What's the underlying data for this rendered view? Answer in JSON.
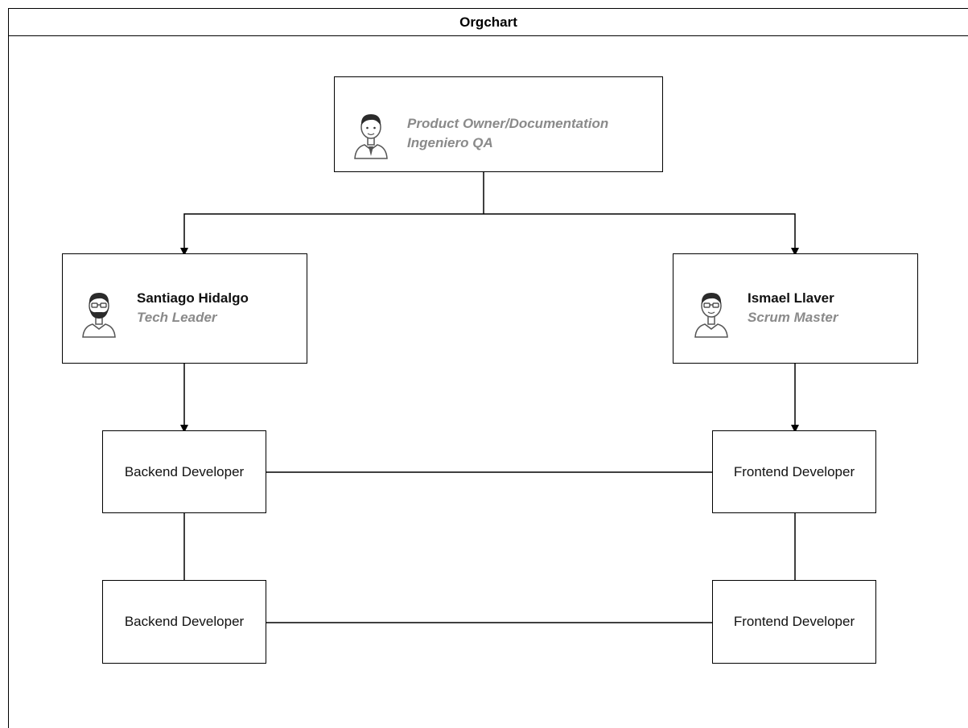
{
  "title": "Orgchart",
  "root": {
    "lines": [
      "Product  Owner/Documentation",
      "Ingeniero QA"
    ]
  },
  "leaders": [
    {
      "name": "Santiago Hidalgo",
      "role": "Tech Leader"
    },
    {
      "name": "Ismael Llaver",
      "role": "Scrum Master"
    }
  ],
  "teams": {
    "backend": [
      "Backend Developer",
      "Backend Developer"
    ],
    "frontend": [
      "Frontend Developer",
      "Frontend Developer"
    ]
  },
  "colors": {
    "stroke": "#000000",
    "role_text": "#8a8a8a",
    "avatar_line": "#555555",
    "hair": "#2b2b2b"
  },
  "icons": [
    "person-avatar-icon",
    "bearded-person-avatar-icon",
    "person-avatar-icon"
  ]
}
